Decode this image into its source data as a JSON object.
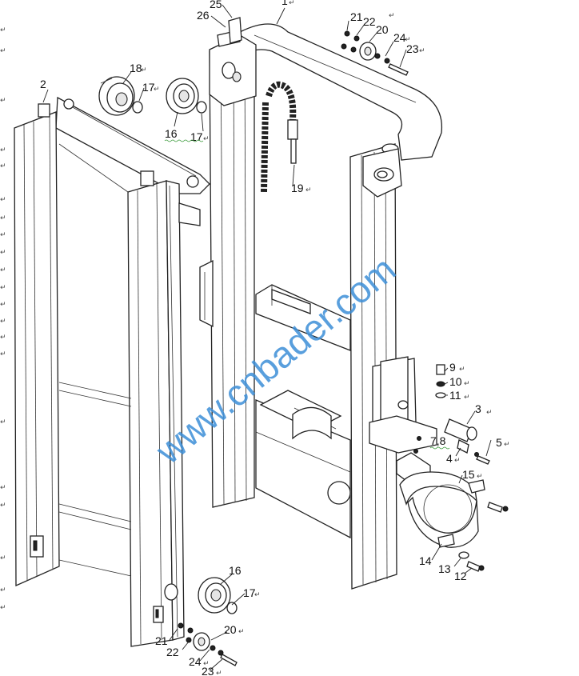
{
  "watermark": "www.cnbader.com",
  "part_labels": [
    "1",
    "2",
    "3",
    "4",
    "5",
    "7,8",
    "9",
    "10",
    "11",
    "12",
    "13",
    "14",
    "15",
    "16",
    "17",
    "18",
    "19",
    "20",
    "21",
    "22",
    "23",
    "24",
    "25",
    "26"
  ],
  "return_mark": "↵",
  "colors": {
    "line": "#222222",
    "watermark": "#3d8fd8",
    "underline": "#3a9a3a"
  }
}
